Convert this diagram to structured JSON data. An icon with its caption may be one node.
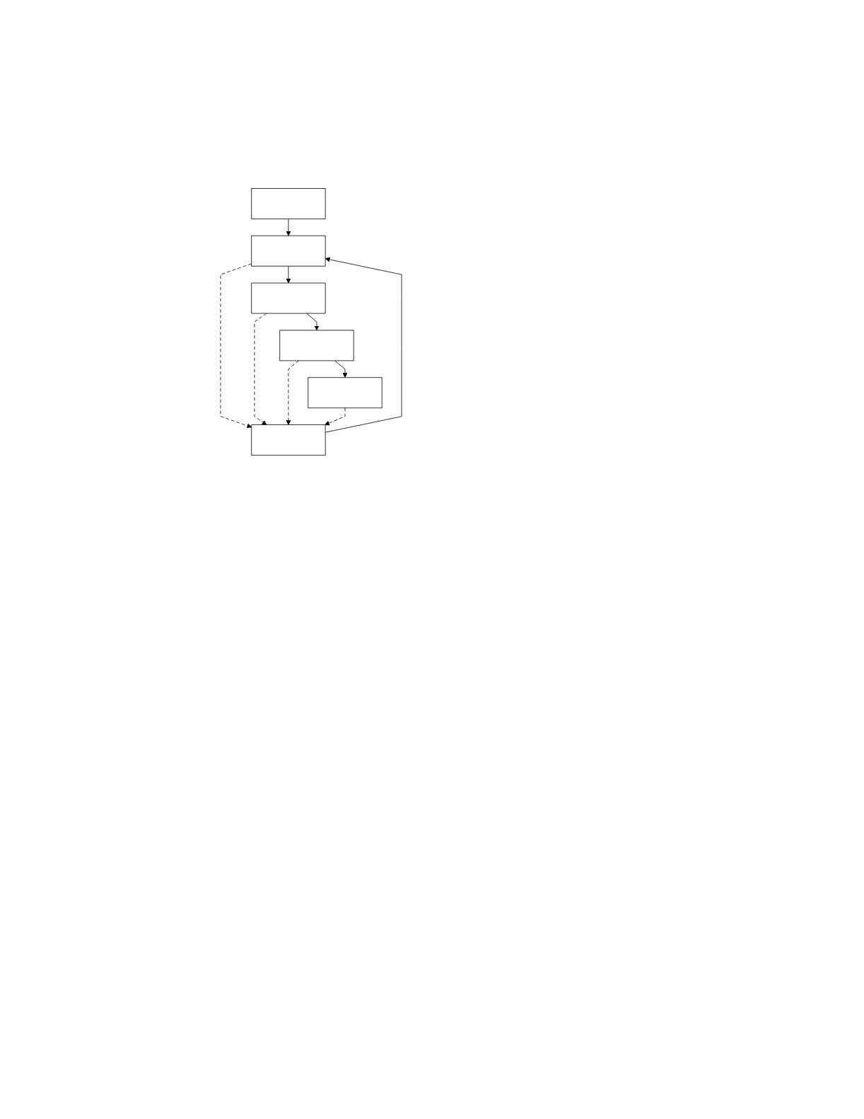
{
  "diagram": {
    "nodes": [
      {
        "text": [],
        "shape": "box"
      },
      {
        "text": [],
        "shape": "box"
      },
      {
        "text": [],
        "shape": "box"
      },
      {
        "text": [],
        "shape": "box"
      },
      {
        "text": [],
        "shape": "box"
      },
      {
        "text": [],
        "shape": "box"
      }
    ],
    "edges": [
      {
        "from": 0,
        "to": 1,
        "arrow": "to"
      },
      {
        "from": 1,
        "to": 5,
        "arrow": "to",
        "style": "dashed"
      },
      {
        "from": 5,
        "to": 1,
        "arrow": "to"
      },
      {
        "from": 1,
        "to": 2,
        "arrow": "to"
      },
      {
        "from": 2,
        "to": 5,
        "arrow": "to",
        "style": "dashed"
      },
      {
        "from": 2,
        "to": 3,
        "arrow": "to"
      },
      {
        "from": 3,
        "to": 5,
        "arrow": "to",
        "style": "dashed"
      },
      {
        "from": 3,
        "to": 4,
        "arrow": "to"
      },
      {
        "from": 4,
        "to": 5,
        "arrow": "to",
        "style": "dashed"
      }
    ]
  }
}
